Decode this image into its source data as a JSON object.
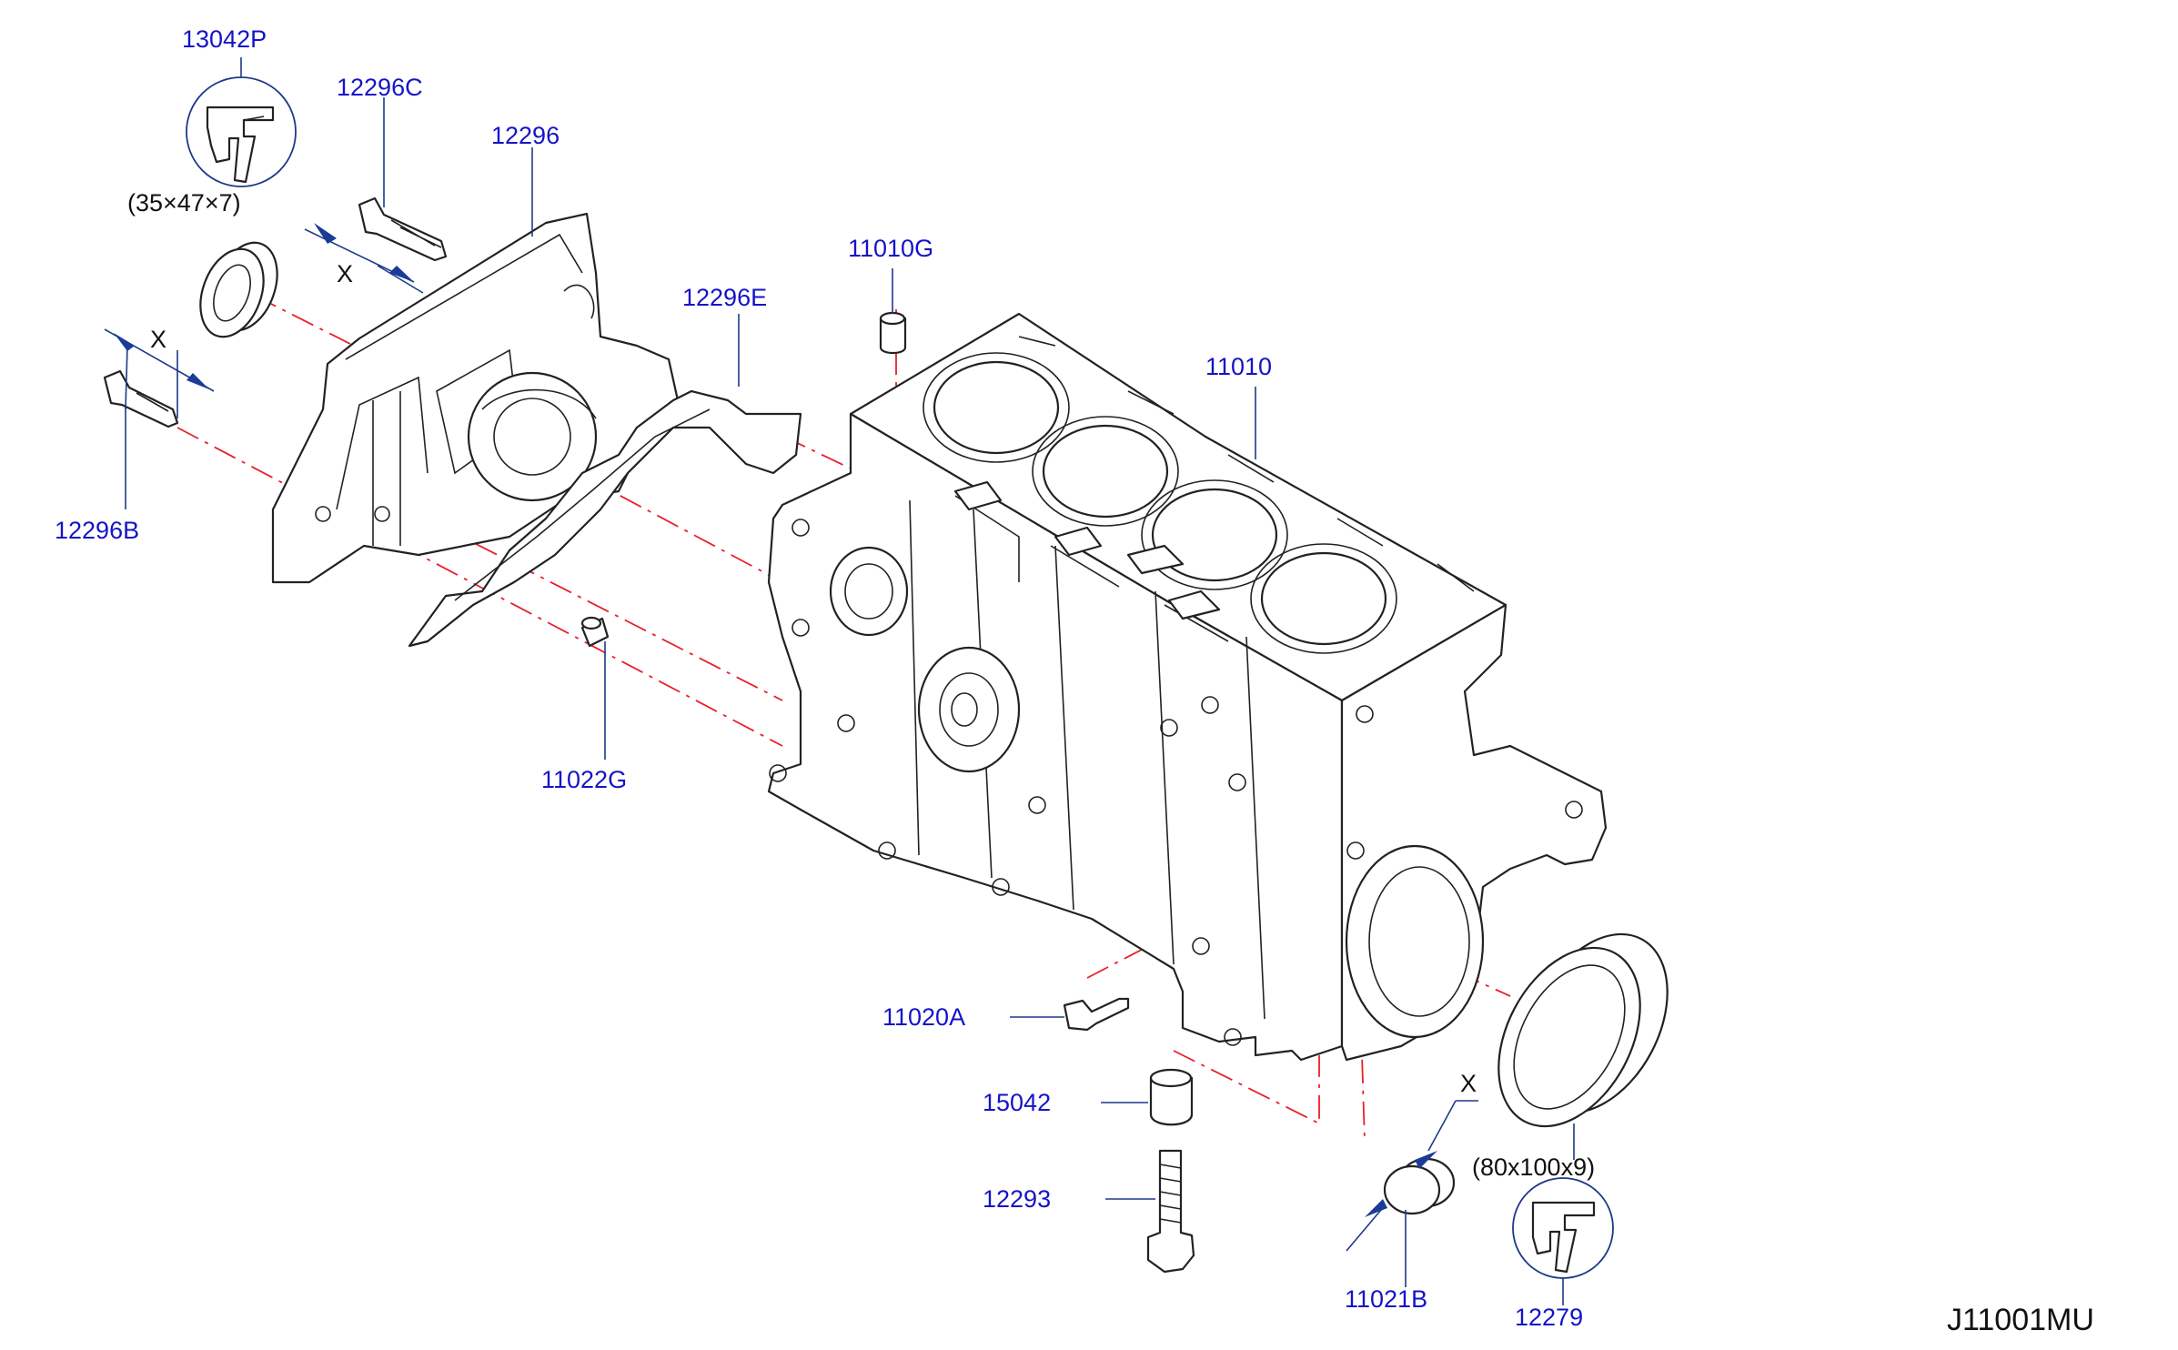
{
  "diagram": {
    "code": "J11001MU",
    "colors": {
      "label": "#1414c8",
      "leader": "#1d3a8a",
      "centerline": "#e8202a",
      "outline": "#222222"
    },
    "parts": {
      "p13042P": "13042P",
      "p12296C": "12296C",
      "p12296": "12296",
      "p12296B": "12296B",
      "p12296E": "12296E",
      "p11010G": "11010G",
      "p11010": "11010",
      "p11022G": "11022G",
      "p11020A": "11020A",
      "p15042": "15042",
      "p12293": "12293",
      "p11021B": "11021B",
      "p12279": "12279"
    },
    "notes": {
      "seal_front_size": "(35×47×7)",
      "seal_rear_size": "(80x100x9)",
      "x_mark": "X"
    }
  }
}
